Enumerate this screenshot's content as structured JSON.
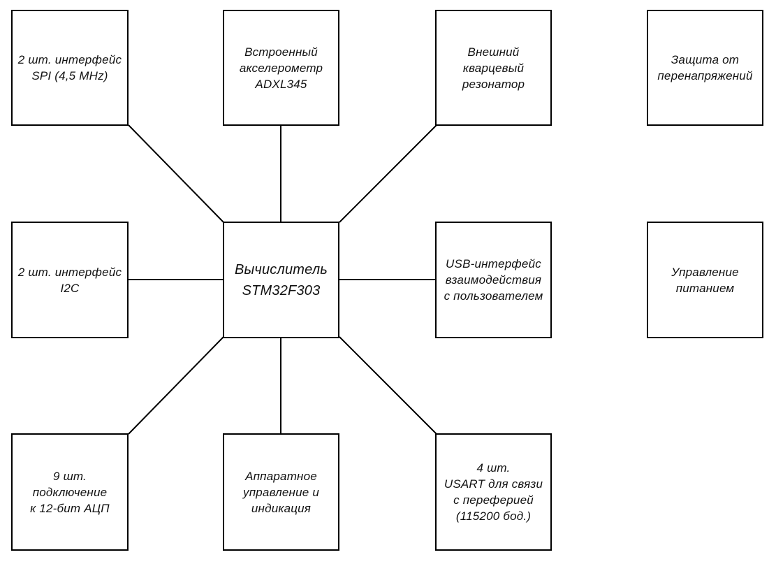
{
  "diagram": {
    "center": {
      "label": "Вычислитель\nSTM32F303"
    },
    "blocks": {
      "spi": {
        "label": "2 шт. интерфейс\nSPI (4,5 MHz)"
      },
      "accel": {
        "label": "Встроенный\nакселерометр\nADXL345"
      },
      "crystal": {
        "label": "Внешний\nкварцевый\nрезонатор"
      },
      "i2c": {
        "label": "2 шт. интерфейс\nI2C"
      },
      "usb": {
        "label": "USB-интерфейс\nвзаимодействия\nс пользователем"
      },
      "adc": {
        "label": "9 шт. подключение\nк 12-бит АЦП"
      },
      "hw_control": {
        "label": "Аппаратное\nуправление и\nиндикация"
      },
      "usart": {
        "label": "4 шт.\nUSART для связи\nс переферией\n(115200 бод.)"
      },
      "overvoltage": {
        "label": "Защита от\nперенапряжений"
      },
      "power": {
        "label": "Управление\nпитанием"
      }
    }
  }
}
